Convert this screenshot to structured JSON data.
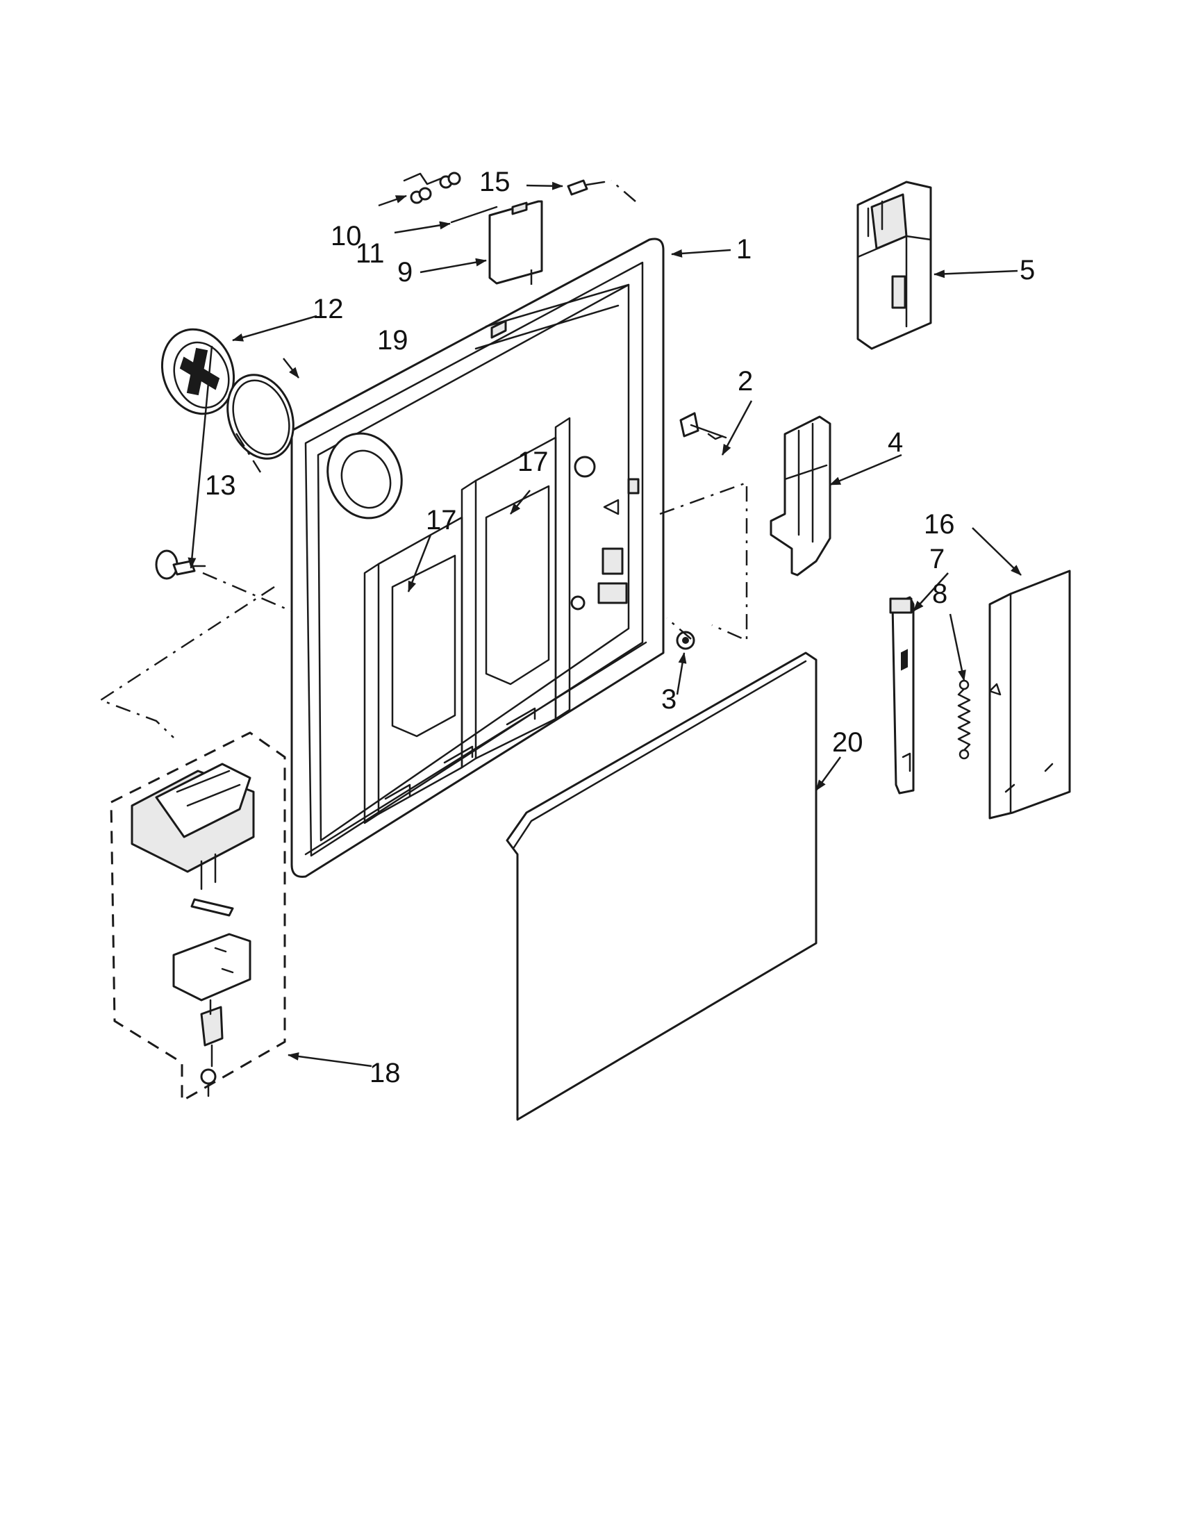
{
  "callouts": {
    "c1": "1",
    "c2": "2",
    "c3": "3",
    "c4": "4",
    "c5": "5",
    "c7": "7",
    "c8": "8",
    "c9": "9",
    "c10": "10",
    "c11": "11",
    "c12": "12",
    "c13": "13",
    "c15": "15",
    "c16": "16",
    "c17a": "17",
    "c17b": "17",
    "c18": "18",
    "c19": "19",
    "c20": "20"
  }
}
